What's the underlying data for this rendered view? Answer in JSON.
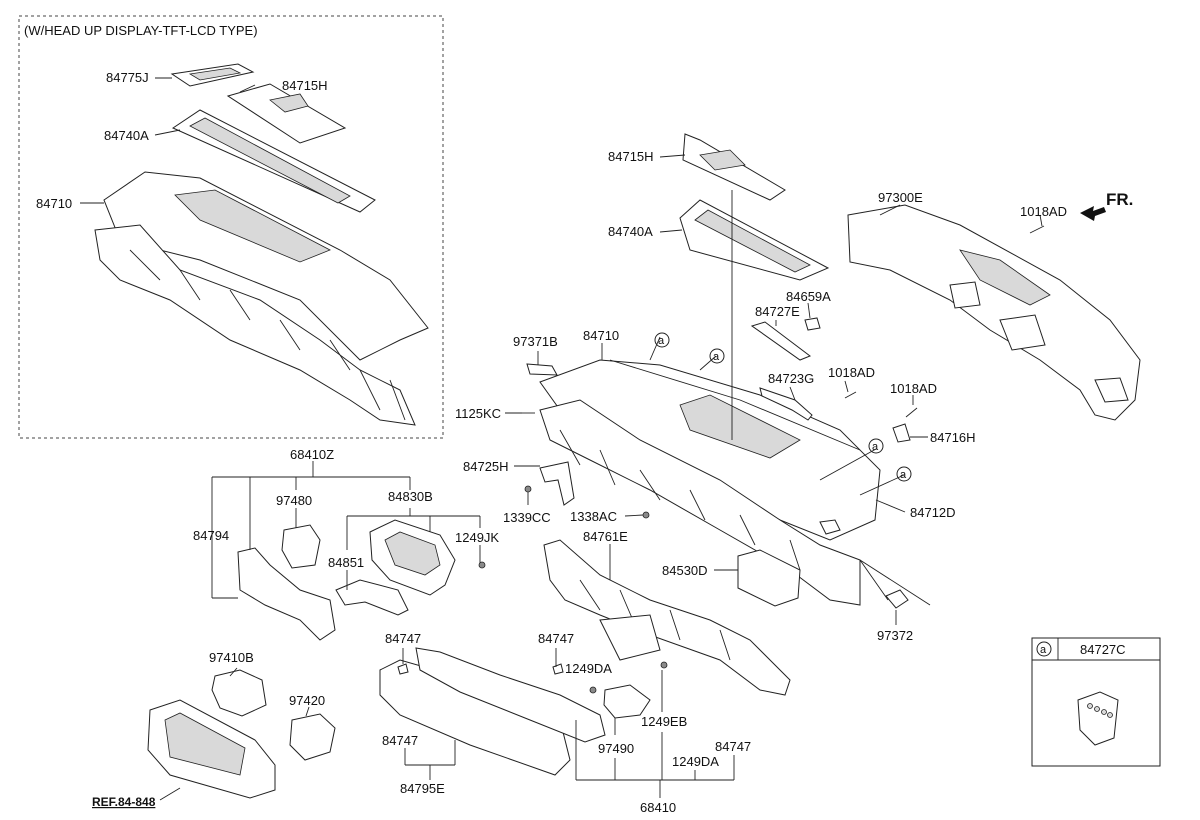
{
  "title": "(W/HEAD UP DISPLAY-TFT-LCD TYPE)",
  "fr_label": "FR.",
  "ref_label": "REF.84-848",
  "legend": {
    "marker": "a",
    "part": "84727C"
  },
  "callout_marker": "a",
  "labels": {
    "l_84775J": "84775J",
    "l_84715H_a": "84715H",
    "l_84740A_a": "84740A",
    "l_84710_a": "84710",
    "l_84715H_b": "84715H",
    "l_84740A_b": "84740A",
    "l_97300E": "97300E",
    "l_1018AD_a": "1018AD",
    "l_84659A": "84659A",
    "l_84727E": "84727E",
    "l_97371B": "97371B",
    "l_84710_b": "84710",
    "l_84723G": "84723G",
    "l_1018AD_b": "1018AD",
    "l_1018AD_c": "1018AD",
    "l_1125KC": "1125KC",
    "l_84716H": "84716H",
    "l_84725H": "84725H",
    "l_1339CC": "1339CC",
    "l_1338AC": "1338AC",
    "l_84712D": "84712D",
    "l_68410Z": "68410Z",
    "l_97480": "97480",
    "l_84830B": "84830B",
    "l_84794": "84794",
    "l_1249JK": "1249JK",
    "l_84851": "84851",
    "l_84761E": "84761E",
    "l_84530D": "84530D",
    "l_97372": "97372",
    "l_84747_a": "84747",
    "l_84747_b": "84747",
    "l_1249DA_a": "1249DA",
    "l_97410B": "97410B",
    "l_97420": "97420",
    "l_1249EB": "1249EB",
    "l_84747_c": "84747",
    "l_97490": "97490",
    "l_84747_d": "84747",
    "l_1249DA_b": "1249DA",
    "l_84795E": "84795E",
    "l_68410": "68410"
  }
}
